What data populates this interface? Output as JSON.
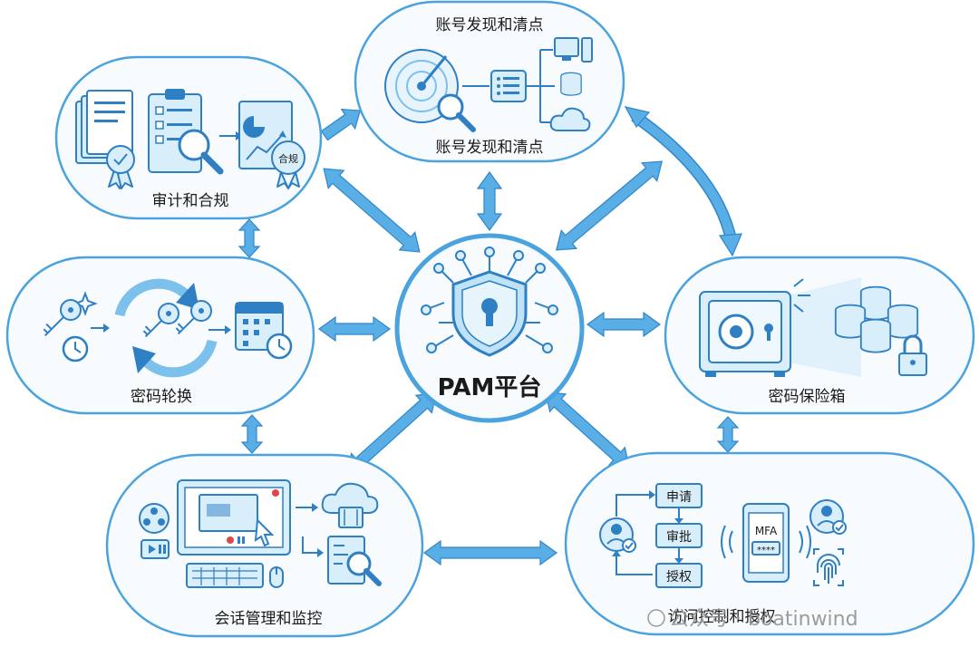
{
  "center": {
    "label": "PAM平台"
  },
  "nodes": {
    "discovery": {
      "title": "账号发现和清点",
      "subtitle": "账号发现和清点"
    },
    "audit": {
      "title": "审计和合规",
      "badge": "合规"
    },
    "rotation": {
      "title": "密码轮换"
    },
    "vault": {
      "title": "密码保险箱"
    },
    "session": {
      "title": "会话管理和监控"
    },
    "access": {
      "title": "访问控制和授权",
      "steps": [
        "申请",
        "审批",
        "授权"
      ],
      "mfa_label": "MFA",
      "mfa_code": "****"
    }
  },
  "watermark": {
    "text": "公众号 · boatinwind"
  },
  "colors": {
    "accent": "#2e7fc4",
    "node_border": "#4aa3de",
    "icon_fill": "#d8eefb",
    "arrow": "#5aaee6"
  }
}
